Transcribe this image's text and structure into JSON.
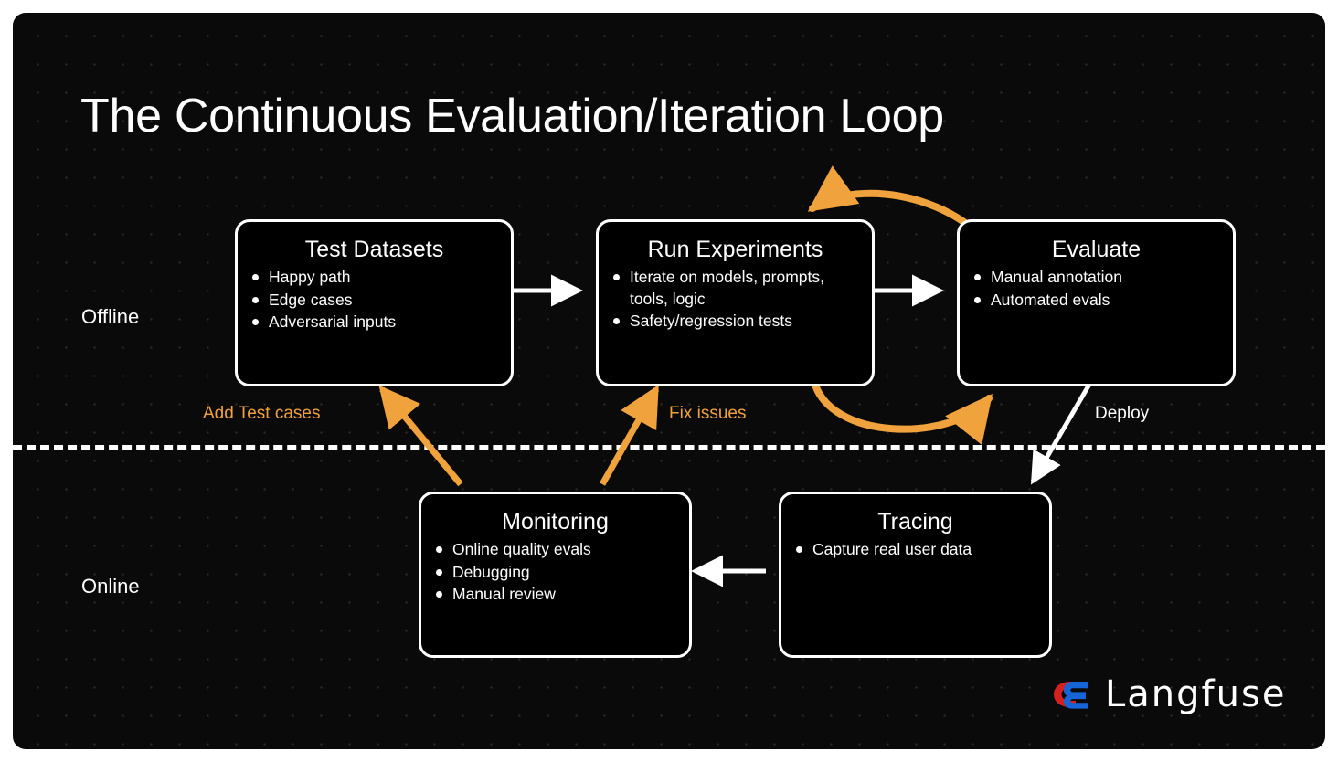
{
  "slide": {
    "title": "The Continuous Evaluation/Iteration Loop",
    "background_color": "#0a0a0a",
    "frame_color": "#ffffff",
    "accent_color": "#F0A23C",
    "text_color": "#ffffff"
  },
  "phases": [
    {
      "id": "offline",
      "label": "Offline"
    },
    {
      "id": "online",
      "label": "Online"
    }
  ],
  "nodes": [
    {
      "id": "test-datasets",
      "title": "Test Datasets",
      "items": [
        "Happy path",
        "Edge cases",
        "Adversarial inputs"
      ]
    },
    {
      "id": "run-experiments",
      "title": "Run Experiments",
      "items": [
        "Iterate on models, prompts, tools, logic",
        "Safety/regression tests"
      ]
    },
    {
      "id": "evaluate",
      "title": "Evaluate",
      "items": [
        "Manual annotation",
        "Automated evals"
      ]
    },
    {
      "id": "monitoring",
      "title": "Monitoring",
      "items": [
        "Online quality evals",
        "Debugging",
        "Manual review"
      ]
    },
    {
      "id": "tracing",
      "title": "Tracing",
      "items": [
        "Capture real user data"
      ]
    }
  ],
  "edges": [
    {
      "id": "datasets-to-experiments",
      "label": "",
      "color": "#ffffff",
      "style": "solid"
    },
    {
      "id": "experiments-to-evaluate",
      "label": "",
      "color": "#ffffff",
      "style": "solid"
    },
    {
      "id": "evaluate-to-experiments",
      "label": "",
      "color": "#F0A23C",
      "style": "curved"
    },
    {
      "id": "experiments-to-evaluate-loop",
      "label": "",
      "color": "#F0A23C",
      "style": "curved"
    },
    {
      "id": "evaluate-to-tracing",
      "label": "Deploy",
      "color": "#ffffff",
      "style": "solid"
    },
    {
      "id": "tracing-to-monitoring",
      "label": "",
      "color": "#ffffff",
      "style": "solid"
    },
    {
      "id": "monitoring-to-datasets",
      "label": "Add Test cases",
      "color": "#F0A23C",
      "style": "solid"
    },
    {
      "id": "monitoring-to-experiments",
      "label": "Fix issues",
      "color": "#F0A23C",
      "style": "solid"
    }
  ],
  "logo": {
    "name": "Langfuse",
    "mark_colors": [
      "#D32020",
      "#1565D8"
    ]
  }
}
